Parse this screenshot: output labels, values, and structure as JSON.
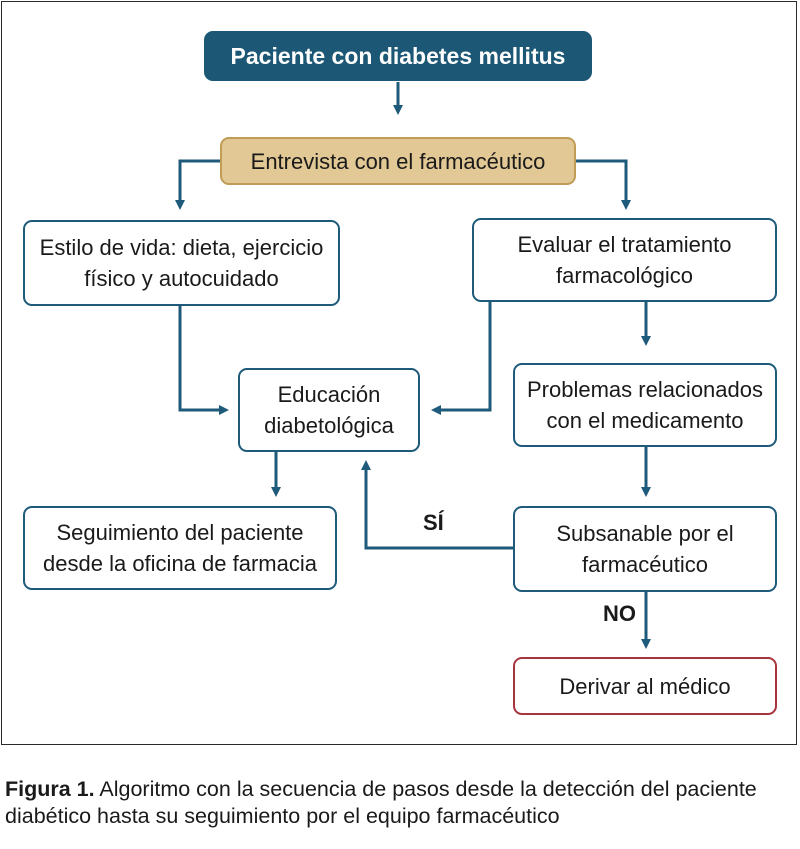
{
  "diagram": {
    "nodes": {
      "start": "Paciente con diabetes mellitus",
      "interview": "Entrevista con el farmacéutico",
      "lifestyle": "Estilo de vida: dieta, ejercicio físico y autocuidado",
      "evaluate": "Evaluar el tratamiento farmacológico",
      "education": "Educación diabetológica",
      "problems": "Problemas relacionados con el medicamento",
      "followup": "Seguimiento del paciente desde la oficina de farmacia",
      "fixable": "Subsanable por el farmacéutico",
      "refer": "Derivar al médico"
    },
    "edge_labels": {
      "yes": "SÍ",
      "no": "NO"
    },
    "colors": {
      "arrow": "#1e5a79",
      "start_fill": "#1c5875",
      "interview_fill": "#e2c895",
      "interview_border": "#c19c57",
      "refer_border": "#a8343c"
    }
  },
  "caption": {
    "label": "Figura 1.",
    "text": " Algoritmo con la secuencia de pasos desde la detección del paciente diabético hasta su seguimiento por el equipo farmacéutico"
  }
}
